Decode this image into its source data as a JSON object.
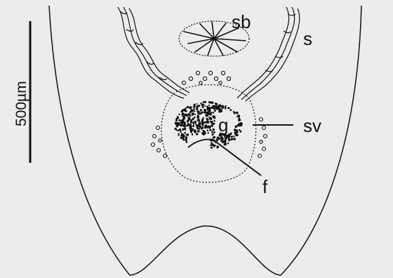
{
  "figure": {
    "background_color": "#ececec",
    "ink_color": "#111111",
    "scale_bar": {
      "label": "500µm"
    },
    "labels": {
      "sb": "sb",
      "s": "s",
      "g": "g",
      "sv": "sv",
      "f": "f"
    }
  }
}
